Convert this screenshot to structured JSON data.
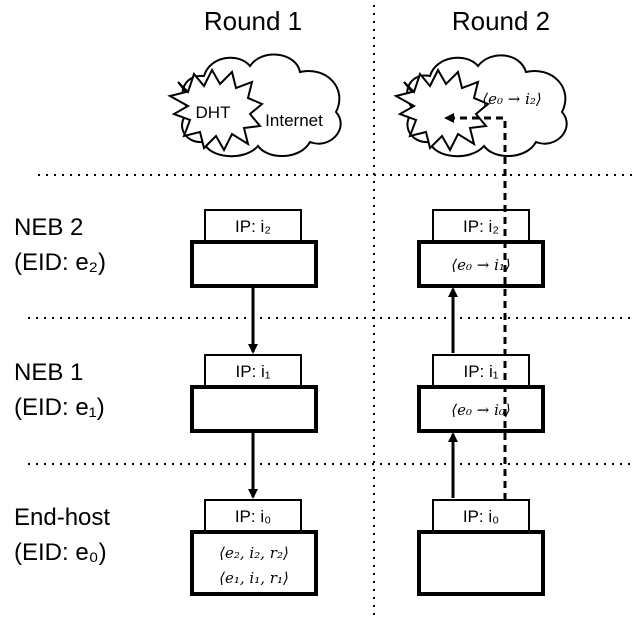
{
  "headings": {
    "round1": "Round 1",
    "round2": "Round 2"
  },
  "cloud": {
    "dht_label": "DHT",
    "internet_label": "Internet",
    "mapping_label": "⟨e₀ → i₂⟩"
  },
  "rows": [
    {
      "name": "NEB 2",
      "eid": "(EID: e₂)"
    },
    {
      "name": "NEB 1",
      "eid": "(EID: e₁)"
    },
    {
      "name": "End-host",
      "eid": "(EID: e₀)"
    }
  ],
  "round1_boxes": [
    {
      "ip": "IP: i₂",
      "content": []
    },
    {
      "ip": "IP: i₁",
      "content": []
    },
    {
      "ip": "IP: i₀",
      "content": [
        "⟨e₂, i₂, r₂⟩",
        "⟨e₁, i₁, r₁⟩"
      ]
    }
  ],
  "round2_boxes": [
    {
      "ip": "IP: i₂",
      "content": [
        "⟨e₀ → i₁⟩"
      ]
    },
    {
      "ip": "IP: i₁",
      "content": [
        "⟨e₀ → i₀⟩"
      ]
    },
    {
      "ip": "IP: i₀",
      "content": []
    }
  ]
}
